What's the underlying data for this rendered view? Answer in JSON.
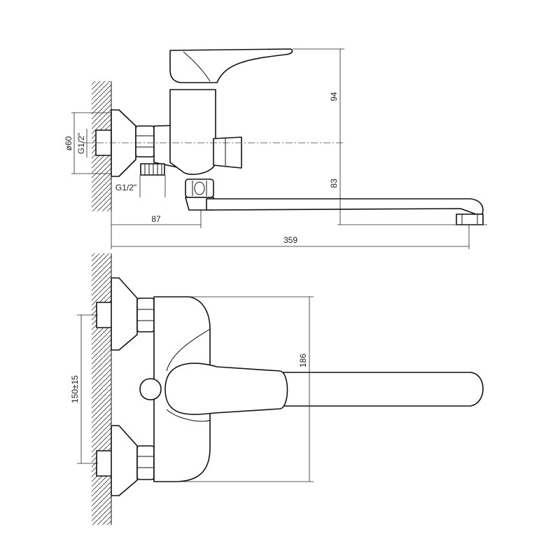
{
  "side_view": {
    "dimensions": {
      "height_top": "94",
      "height_bottom": "83",
      "offset": "87",
      "total_length": "359",
      "flange_diameter": "ø60",
      "thread_wall": "G1/2\"",
      "thread_outlet": "G1/2\""
    }
  },
  "front_view": {
    "dimensions": {
      "height": "186",
      "inlet_spacing": "150±15"
    }
  },
  "colors": {
    "stroke": "#111111",
    "background": "#ffffff"
  }
}
